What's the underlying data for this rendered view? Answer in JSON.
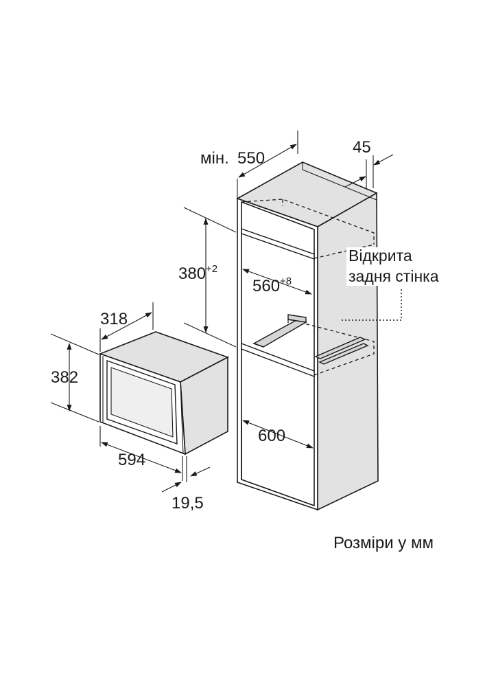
{
  "dimensions": {
    "min_prefix": "мін.",
    "depth_min": "550",
    "back_gap": "45",
    "niche_height": "380",
    "niche_height_tol": "+2",
    "niche_width": "560",
    "niche_width_tol": "+8",
    "cabinet_width": "600",
    "appliance_depth": "318",
    "appliance_height": "382",
    "appliance_width": "594",
    "front_thickness": "19,5"
  },
  "notes": {
    "open_back_line1": "Відкрита",
    "open_back_line2": "задня стінка"
  },
  "caption": "Розміри у мм"
}
